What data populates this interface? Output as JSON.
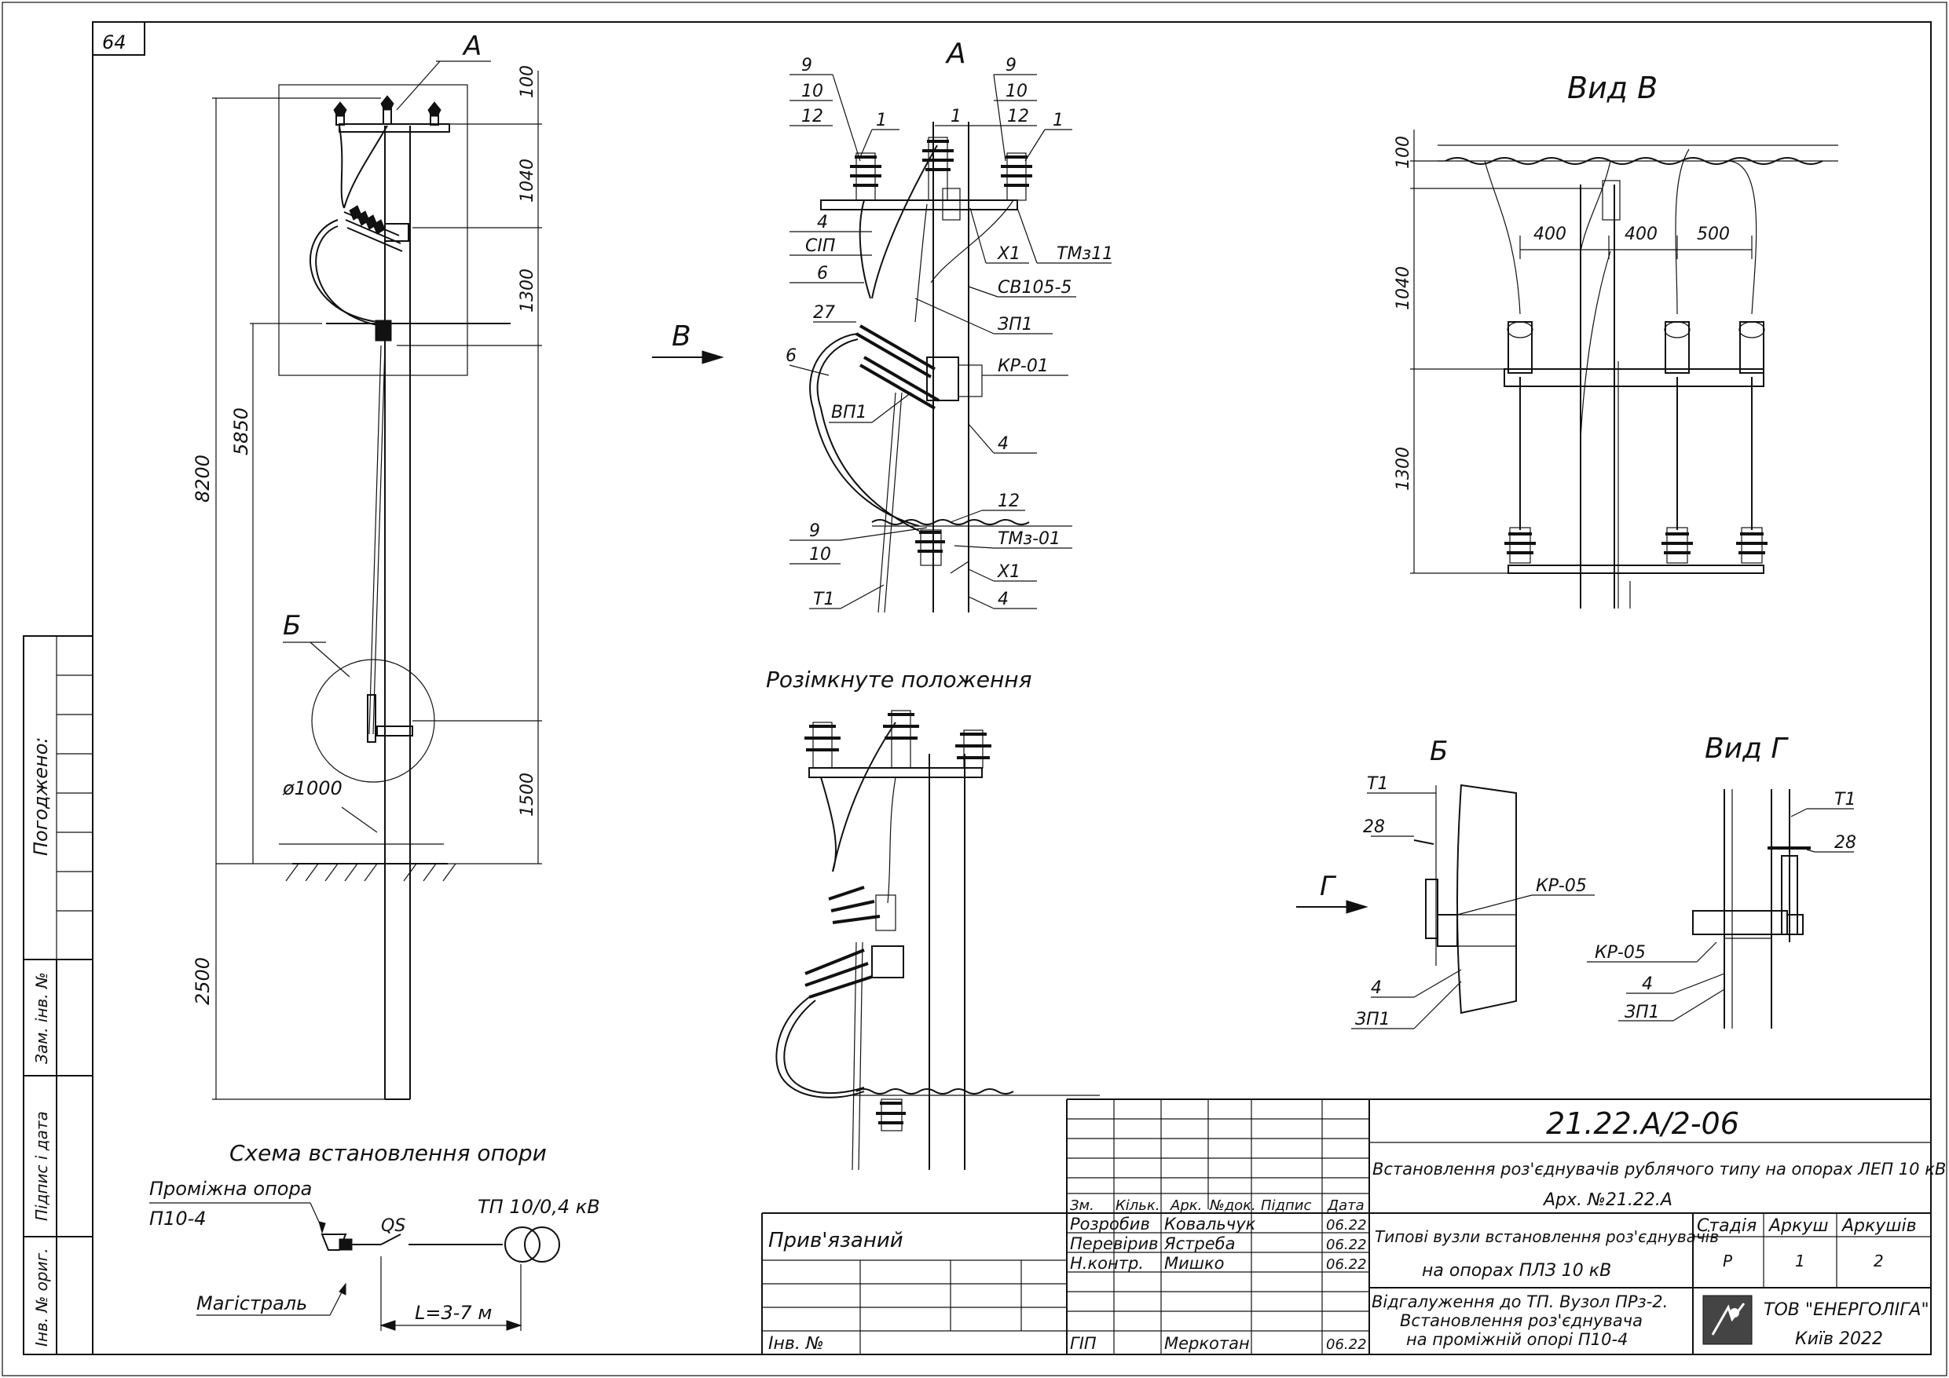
{
  "sheet": {
    "page_number": "64",
    "side_stamp": {
      "agreed": "Погоджено:",
      "replaced_inv": "Зам. інв. №",
      "sign_date": "Підпис і дата",
      "orig_inv": "Інв. № ориг."
    }
  },
  "view_a_overall": {
    "label_a": "А",
    "label_b": "Б",
    "diameter": "ø1000",
    "dims": {
      "d100": "100",
      "d1040": "1040",
      "d1300": "1300",
      "d1500": "1500",
      "d8200": "8200",
      "d5850": "5850",
      "d2500": "2500"
    }
  },
  "detail_a": {
    "title": "А",
    "arrow_b": "В",
    "callouts": [
      "9",
      "10",
      "12",
      "1",
      "9",
      "10",
      "12",
      "1",
      "1",
      "4",
      "СІП",
      "6",
      "27",
      "6",
      "ВП1",
      "Х1",
      "ТМз11",
      "СВ105-5",
      "ЗП1",
      "КР-01",
      "4",
      "12",
      "9",
      "10",
      "ТМз-01",
      "Х1",
      "Т1",
      "4"
    ]
  },
  "open_position": {
    "title": "Розімкнуте положення"
  },
  "view_v": {
    "title": "Вид В",
    "dims": {
      "d100": "100",
      "d1040": "1040",
      "d1300": "1300",
      "d400a": "400",
      "d400b": "400",
      "d500": "500"
    }
  },
  "detail_b": {
    "title": "Б",
    "arrow_g": "Г",
    "callouts": [
      "Т1",
      "28",
      "КР-05",
      "4",
      "ЗП1"
    ]
  },
  "view_g": {
    "title": "Вид Г",
    "callouts": [
      "Т1",
      "28",
      "КР-05",
      "4",
      "ЗП1"
    ]
  },
  "scheme": {
    "title": "Схема встановлення опори",
    "support_label": "Проміжна опора",
    "support_type": "П10-4",
    "switch": "QS",
    "substation": "ТП 10/0,4 кВ",
    "mainline": "Магістраль",
    "length": "L=3-7 м"
  },
  "title_block": {
    "code": "21.22.А/2-06",
    "project": "Встановлення роз'єднувачів рублячого типу на опорах ЛЕП 10 кВ",
    "archive": "Арх. №21.22.А",
    "linked": "Прив'язаний",
    "inv_no": "Інв. №",
    "headers": [
      "Зм.",
      "Кільк.",
      "Арк.",
      "№док.",
      "Підпис",
      "Дата"
    ],
    "rows": [
      {
        "role": "Розробив",
        "name": "Ковальчук",
        "date": "06.22"
      },
      {
        "role": "Перевірив",
        "name": "Ястреба",
        "date": "06.22"
      },
      {
        "role": "Н.контр.",
        "name": "Мишко",
        "date": "06.22"
      },
      {
        "role": "ГІП",
        "name": "Меркотан",
        "date": "06.22"
      }
    ],
    "section_line1": "Типові вузли встановлення роз'єднувачів",
    "section_line2": "на опорах ПЛЗ 10 кВ",
    "sheet_title_1": "Відгалуження до ТП. Вузол ПРз-2.",
    "sheet_title_2": "Встановлення роз'єднувача",
    "sheet_title_3": "на проміжній опорі П10-4",
    "stage_hdr": "Стадія",
    "sheet_hdr": "Аркуш",
    "sheets_hdr": "Аркушів",
    "stage": "Р",
    "sheet": "1",
    "sheets": "2",
    "company": "ТОВ \"ЕНЕРГОЛІГА\"",
    "city": "Київ 2022"
  }
}
